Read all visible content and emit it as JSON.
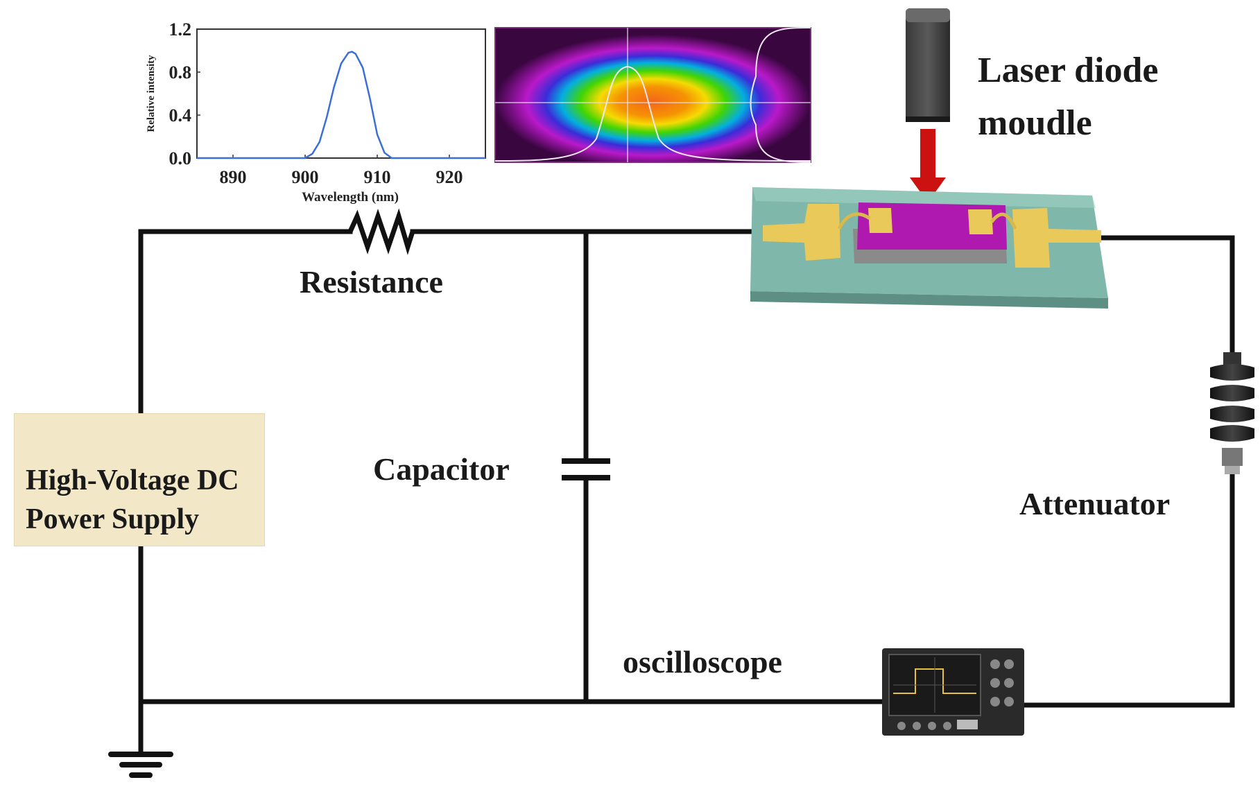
{
  "labels": {
    "resistance": "Resistance",
    "capacitor": "Capacitor",
    "laser_line1": "Laser diode",
    "laser_line2": "moudle",
    "attenuator": "Attenuator",
    "oscilloscope": "oscilloscope",
    "psu_line1": "High-Voltage DC",
    "psu_line2": "Power Supply"
  },
  "chart_data": {
    "type": "line",
    "xlabel": "Wavelength (nm)",
    "ylabel": "Relative intensity",
    "xlim": [
      885,
      925
    ],
    "ylim": [
      0.0,
      1.2
    ],
    "xticks": [
      890,
      900,
      910,
      920
    ],
    "yticks": [
      0.0,
      0.4,
      0.8,
      1.2
    ],
    "xtick_labels": [
      "890",
      "900",
      "910",
      "920"
    ],
    "ytick_labels": [
      "0.0",
      "0.4",
      "0.8",
      "1.2"
    ],
    "series": [
      {
        "color": "#3b6fd8",
        "x": [
          900.0,
          901.0,
          902.0,
          903.0,
          904.0,
          905.0,
          906.0,
          906.5,
          907.0,
          908.0,
          909.0,
          910.0,
          911.0,
          912.0
        ],
        "y": [
          0.0,
          0.04,
          0.15,
          0.38,
          0.66,
          0.88,
          0.98,
          0.99,
          0.97,
          0.84,
          0.55,
          0.22,
          0.05,
          0.0
        ]
      }
    ]
  }
}
